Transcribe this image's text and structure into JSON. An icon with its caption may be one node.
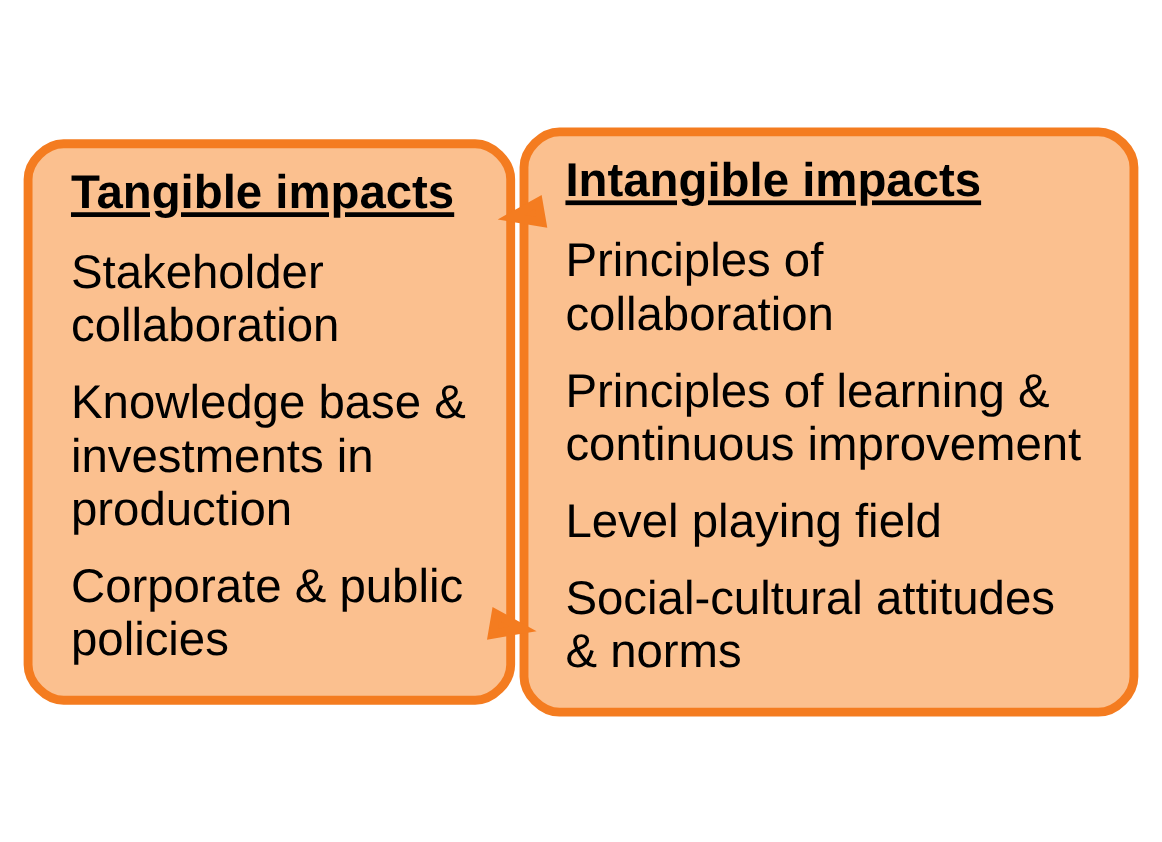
{
  "diagram": {
    "nodes": [
      {
        "text": [
          "Tangible impacts",
          "Stakeholder collaboration",
          "Knowledge base & investments in production",
          "Corporate & public policies"
        ]
      },
      {
        "text": [
          "Intangible impacts",
          "Principles of collaboration",
          "Principles of learning & continuous improvement",
          "Level playing field",
          "Social-cultural attitudes & norms"
        ]
      }
    ],
    "edges": [
      {
        "from": 0,
        "to": 1,
        "arrow": "to"
      },
      {
        "from": 1,
        "to": 0,
        "arrow": "to"
      }
    ]
  }
}
